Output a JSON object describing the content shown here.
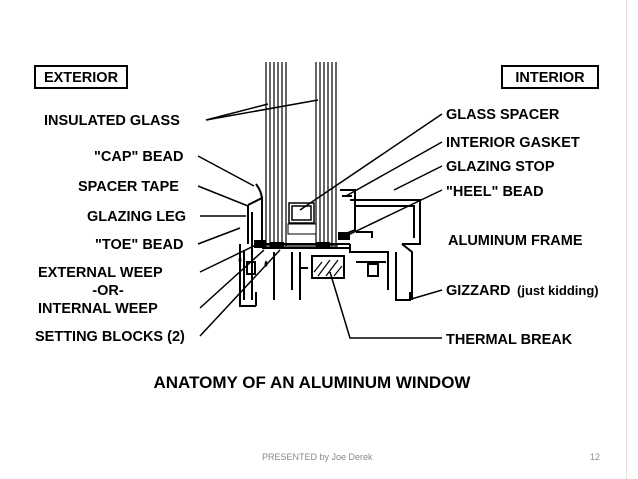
{
  "diagram": {
    "labels": {
      "exterior": "EXTERIOR",
      "interior": "INTERIOR",
      "insulated_glass": "INSULATED GLASS",
      "cap_bead": "\"CAP\" BEAD",
      "spacer_tape": "SPACER TAPE",
      "glazing_leg": "GLAZING LEG",
      "toe_bead": "\"TOE\" BEAD",
      "external_weep": "EXTERNAL WEEP",
      "or": "-OR-",
      "internal_weep": "INTERNAL WEEP",
      "setting_blocks": "SETTING BLOCKS (2)",
      "glass_spacer": "GLASS SPACER",
      "interior_gasket": "INTERIOR GASKET",
      "glazing_stop": "GLAZING STOP",
      "heel_bead": "\"HEEL\" BEAD",
      "aluminum_frame": "ALUMINUM FRAME",
      "gizzard": "GIZZARD",
      "gizzard_note": "(just kidding)",
      "thermal_break": "THERMAL BREAK"
    },
    "title": "ANATOMY OF AN ALUMINUM WINDOW"
  },
  "footer": {
    "presenter": "PRESENTED by Joe Derek",
    "page_number": "12"
  }
}
